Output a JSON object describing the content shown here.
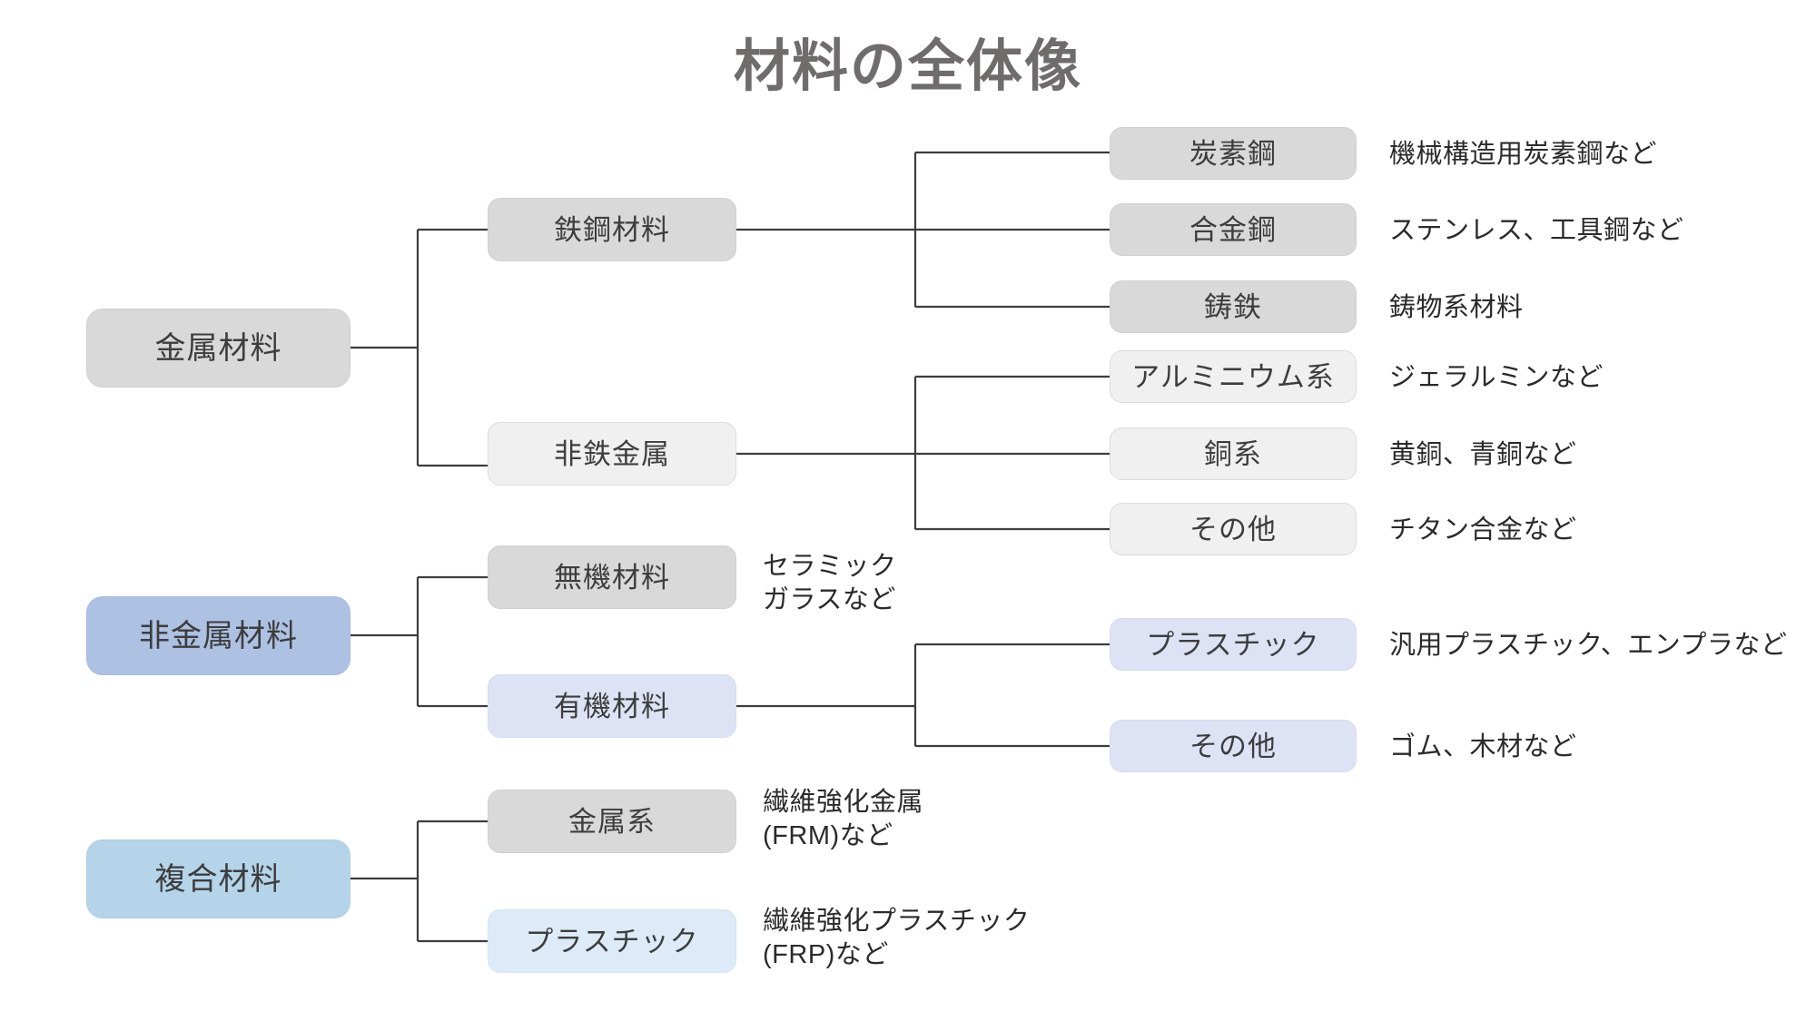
{
  "title": "材料の全体像",
  "colors": {
    "title": "#6f6c6c",
    "gray_dark": "#d9d9d9",
    "gray_light": "#f0f0f0",
    "blue_mid": "#adc1e3",
    "blue_pale": "#dde3f5",
    "blue_sky": "#b5d4ea",
    "blue_ice": "#dcebf7",
    "line": "#3d3d3d",
    "text": "#3d3d3d"
  },
  "roots": [
    {
      "id": "metal",
      "label": "金属材料"
    },
    {
      "id": "nonmetal",
      "label": "非金属材料"
    },
    {
      "id": "composite",
      "label": "複合材料"
    }
  ],
  "branches": [
    {
      "id": "ferrous",
      "label": "鉄鋼材料"
    },
    {
      "id": "nonferrous",
      "label": "非鉄金属"
    },
    {
      "id": "inorganic",
      "label": "無機材料"
    },
    {
      "id": "organic",
      "label": "有機材料"
    },
    {
      "id": "metal-based",
      "label": "金属系"
    },
    {
      "id": "plastic-based",
      "label": "プラスチック"
    }
  ],
  "leaves": [
    {
      "id": "carbon-steel",
      "label": "炭素鋼",
      "desc": "機械構造用炭素鋼など"
    },
    {
      "id": "alloy-steel",
      "label": "合金鋼",
      "desc": "ステンレス、工具鋼など"
    },
    {
      "id": "cast-iron",
      "label": "鋳鉄",
      "desc": "鋳物系材料"
    },
    {
      "id": "aluminium",
      "label": "アルミニウム系",
      "desc": "ジェラルミンなど"
    },
    {
      "id": "copper",
      "label": "銅系",
      "desc": "黄銅、青銅など"
    },
    {
      "id": "other-nonfe",
      "label": "その他",
      "desc": "チタン合金など"
    },
    {
      "id": "plastic",
      "label": "プラスチック",
      "desc": "汎用プラスチック、エンプラなど"
    },
    {
      "id": "other-organic",
      "label": "その他",
      "desc": "ゴム、木材など"
    }
  ],
  "branch_descs": [
    {
      "id": "inorganic-desc",
      "desc": "セラミック\nガラスなど"
    },
    {
      "id": "metal-based-desc",
      "desc": "繊維強化金属\n(FRM)など"
    },
    {
      "id": "plastic-based-desc",
      "desc": "繊維強化プラスチック\n(FRP)など"
    }
  ]
}
